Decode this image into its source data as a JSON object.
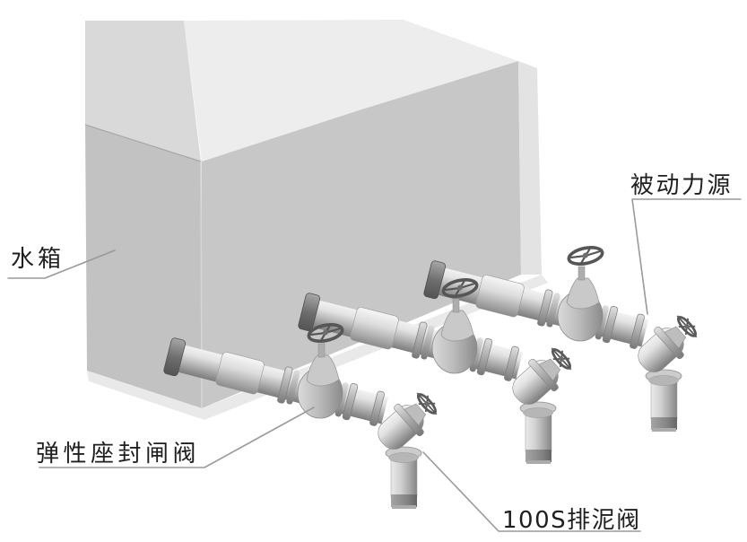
{
  "diagram": {
    "labels": {
      "tank": "水箱",
      "power_source": "被动力源",
      "gate_valve": "弹性座封闸阀",
      "drain_valve": "100S排泥阀"
    },
    "colors": {
      "background": "#ffffff",
      "tank_left_upper": "#d9d9d9",
      "tank_left_lower": "#c2c2c2",
      "tank_front_upper": "#ededed",
      "tank_front_lower": "#c7c7c7",
      "tank_right_edge": "#e3e3e3",
      "tank_base_rim": "#e9e9e9",
      "leader_line": "#9a9a9a",
      "label_text": "#1f1f1f",
      "pipe_base": "#c4c4c4",
      "pipe_highlight": "#f2f2f2",
      "pipe_shadow": "#7d7d7d"
    }
  }
}
